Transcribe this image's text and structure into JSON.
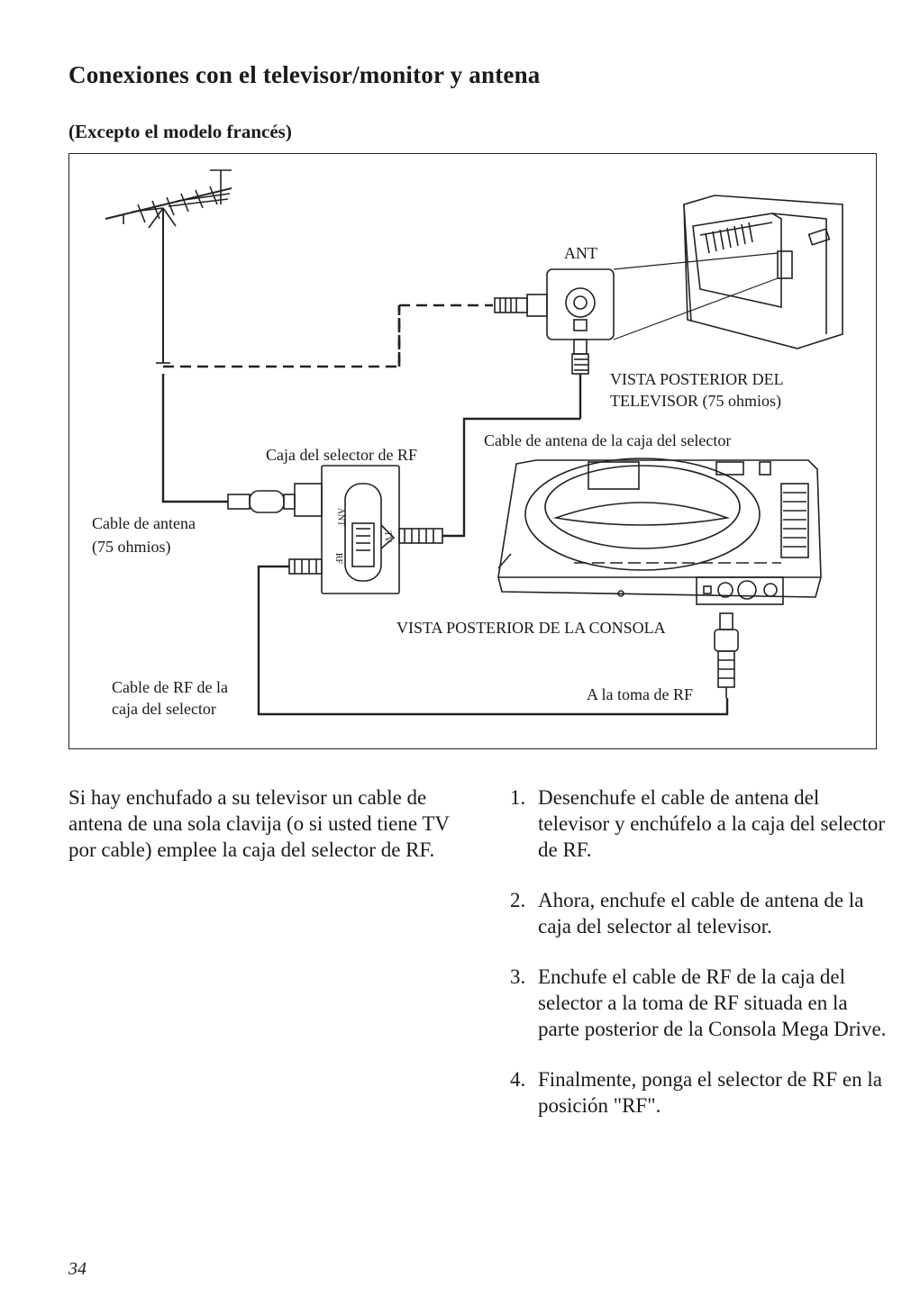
{
  "page": {
    "title": "Conexiones con el televisor/monitor y antena",
    "subtitle": "(Excepto el modelo francés)",
    "page_number": "34"
  },
  "diagram": {
    "labels": {
      "ant": "ANT",
      "tv_rear_1": "VISTA POSTERIOR DEL",
      "tv_rear_2": "TELEVISOR (75 ohmios)",
      "selector_box": "Caja del selector de RF",
      "selector_cable": "Cable de antena de la caja del selector",
      "antenna_cable_1": "Cable de antena",
      "antenna_cable_2": "(75 ohmios)",
      "console_rear": "VISTA POSTERIOR DE LA CONSOLA",
      "rf_cable_1": "Cable de RF de la",
      "rf_cable_2": "caja del selector",
      "to_rf": "A la toma de RF",
      "switch_ant": "ANT",
      "switch_rf": "RF",
      "switch_tv": "TV"
    }
  },
  "intro_text": "Si hay enchufado a su televisor un cable de antena de una sola clavija (o si usted tiene TV por cable) emplee la caja del selector de RF.",
  "steps": [
    {
      "num": "1.",
      "text": "Desenchufe el cable de antena del televisor y enchúfelo a la caja del selector de RF."
    },
    {
      "num": "2.",
      "text": "Ahora, enchufe el cable de antena de la caja del selector al televisor."
    },
    {
      "num": "3.",
      "text": "Enchufe el cable de RF de la caja del selector a la toma de RF situada en la parte posterior de la Consola Mega Drive."
    },
    {
      "num": "4.",
      "text": "Finalmente, ponga el selector de RF en la posición \"RF\"."
    }
  ]
}
